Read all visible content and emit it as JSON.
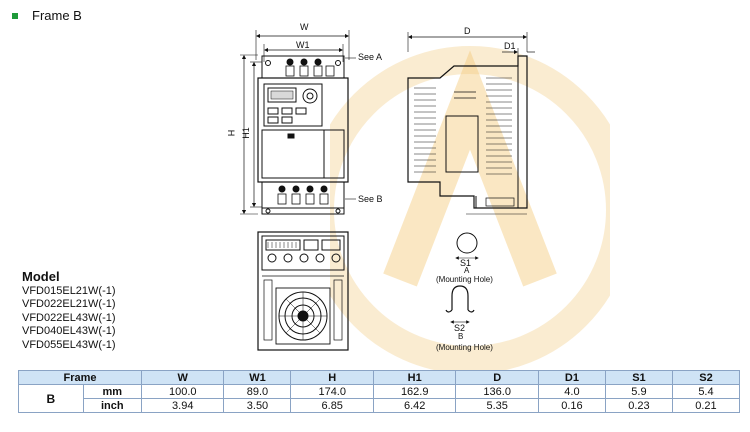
{
  "heading": "Frame B",
  "labels": {
    "see_a": "See A",
    "see_b": "See B",
    "W": "W",
    "W1": "W1",
    "H": "H",
    "H1": "H1",
    "D": "D",
    "D1": "D1",
    "S1": "S1",
    "S2": "S2",
    "A": "A",
    "B": "B",
    "mounting_hole": "(Mounting Hole)"
  },
  "model": {
    "title": "Model",
    "items": [
      "VFD015EL21W(-1)",
      "VFD022EL21W(-1)",
      "VFD022EL43W(-1)",
      "VFD040EL43W(-1)",
      "VFD055EL43W(-1)"
    ]
  },
  "table": {
    "frame_header": "Frame",
    "columns": [
      "W",
      "W1",
      "H",
      "H1",
      "D",
      "D1",
      "S1",
      "S2"
    ],
    "frame": "B",
    "rows": [
      {
        "unit": "mm",
        "values": [
          "100.0",
          "89.0",
          "174.0",
          "162.9",
          "136.0",
          "4.0",
          "5.9",
          "5.4"
        ]
      },
      {
        "unit": "inch",
        "values": [
          "3.94",
          "3.50",
          "6.85",
          "6.42",
          "5.35",
          "0.16",
          "0.23",
          "0.21"
        ]
      }
    ]
  },
  "colors": {
    "bullet": "#1f9a3a",
    "header_bg": "#cfe3f5",
    "watermark": "#f3c97a"
  }
}
